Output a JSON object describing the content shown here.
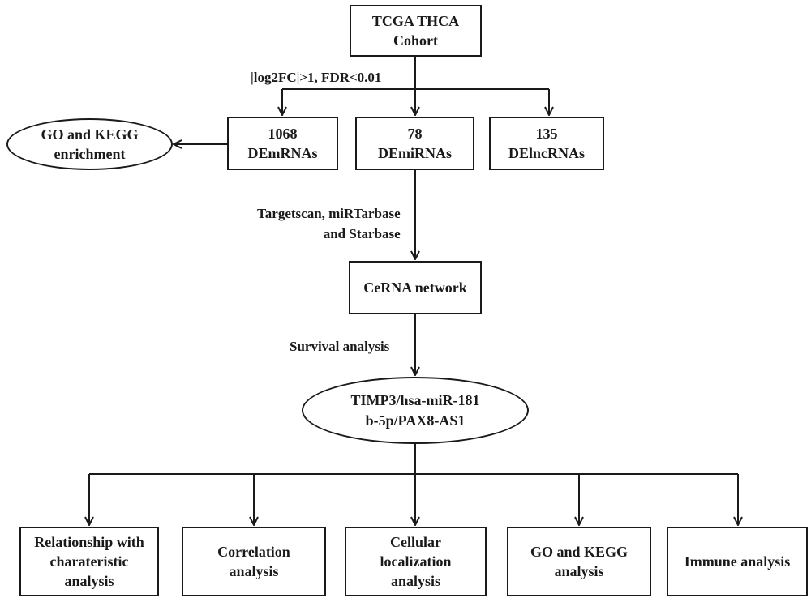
{
  "nodes": {
    "cohort": {
      "line1": "TCGA THCA",
      "line2": "Cohort"
    },
    "go_kegg_top": {
      "line1": "GO and KEGG",
      "line2": "enrichment"
    },
    "demrnas": {
      "line1": "1068",
      "line2": "DEmRNAs"
    },
    "demirnas": {
      "line1": "78",
      "line2": "DEmiRNAs"
    },
    "delncrnas": {
      "line1": "135",
      "line2": "DElncRNAs"
    },
    "cerna": {
      "line1": "CeRNA network"
    },
    "axis": {
      "line1": "TIMP3/hsa-miR-181",
      "line2": "b-5p/PAX8-AS1"
    },
    "relationship": {
      "line1": "Relationship with",
      "line2": "charateristic",
      "line3": "analysis"
    },
    "correlation": {
      "line1": "Correlation",
      "line2": "analysis"
    },
    "localization": {
      "line1": "Cellular",
      "line2": "localization",
      "line3": "analysis"
    },
    "go_kegg_bottom": {
      "line1": "GO and KEGG",
      "line2": "analysis"
    },
    "immune": {
      "line1": "Immune analysis"
    }
  },
  "edge_labels": {
    "threshold": "|log2FC|>1, FDR<0.01",
    "databases_line1": "Targetscan, miRTarbase",
    "databases_line2": "and Starbase",
    "survival": "Survival analysis"
  }
}
